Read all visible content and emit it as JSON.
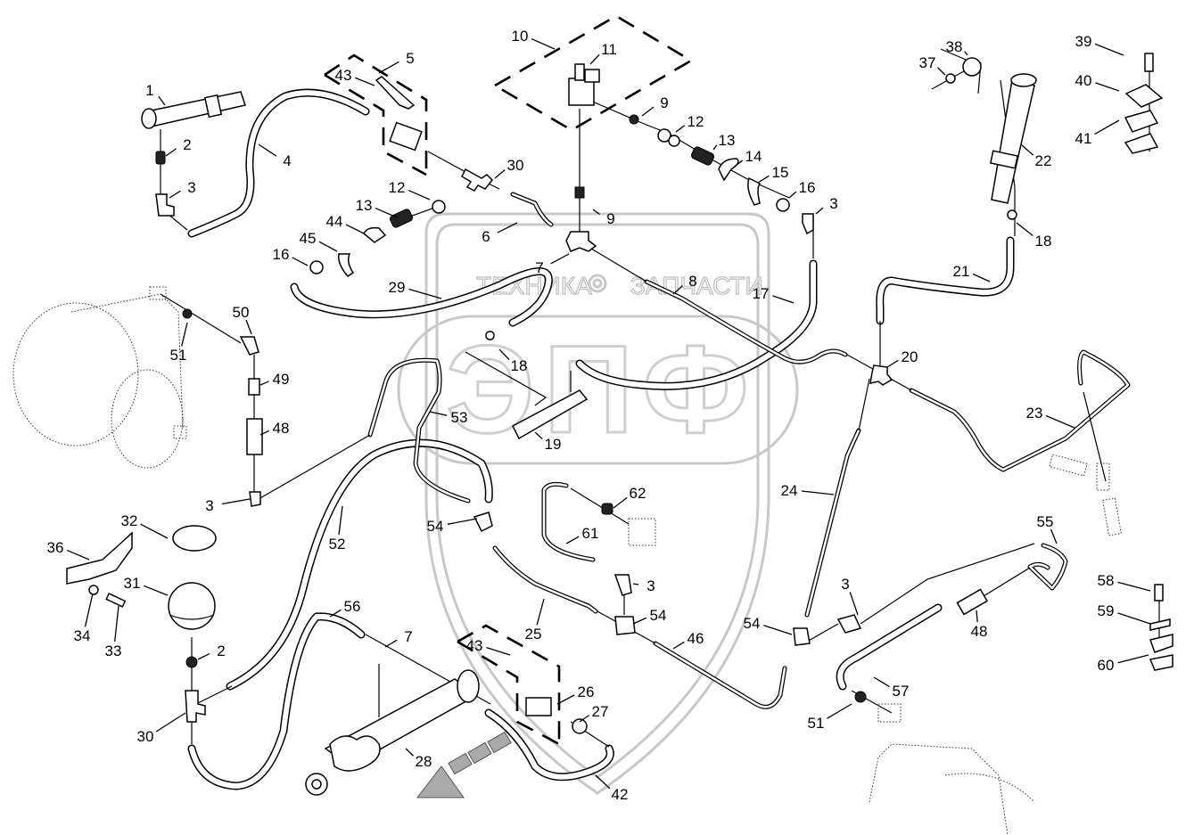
{
  "watermark": {
    "brand_left": "ТЕХНИКА",
    "brand_right": "ЗАПЧАСТИ",
    "gear_icon": "gear-icon",
    "logo_letters": "ЭПФ",
    "color": "#c8c8c8"
  },
  "diagram": {
    "type": "exploded-parts-diagram",
    "line_color": "#000000",
    "background": "#ffffff",
    "callouts": [
      {
        "id": "c1",
        "label": "1"
      },
      {
        "id": "c2a",
        "label": "2"
      },
      {
        "id": "c3a",
        "label": "3"
      },
      {
        "id": "c4",
        "label": "4"
      },
      {
        "id": "c5",
        "label": "5"
      },
      {
        "id": "c43a",
        "label": "43"
      },
      {
        "id": "c10",
        "label": "10"
      },
      {
        "id": "c11",
        "label": "11"
      },
      {
        "id": "c9a",
        "label": "9"
      },
      {
        "id": "c12a",
        "label": "12"
      },
      {
        "id": "c13a",
        "label": "13"
      },
      {
        "id": "c14",
        "label": "14"
      },
      {
        "id": "c15",
        "label": "15"
      },
      {
        "id": "c16a",
        "label": "16"
      },
      {
        "id": "c3b",
        "label": "3"
      },
      {
        "id": "c30a",
        "label": "30"
      },
      {
        "id": "c12b",
        "label": "12"
      },
      {
        "id": "c9b",
        "label": "9"
      },
      {
        "id": "c6",
        "label": "6"
      },
      {
        "id": "c13b",
        "label": "13"
      },
      {
        "id": "c44",
        "label": "44"
      },
      {
        "id": "c45",
        "label": "45"
      },
      {
        "id": "c16b",
        "label": "16"
      },
      {
        "id": "c7a",
        "label": "7"
      },
      {
        "id": "c8",
        "label": "8"
      },
      {
        "id": "c17",
        "label": "17"
      },
      {
        "id": "c29",
        "label": "29"
      },
      {
        "id": "c37",
        "label": "37"
      },
      {
        "id": "c38",
        "label": "38"
      },
      {
        "id": "c39",
        "label": "39"
      },
      {
        "id": "c40",
        "label": "40"
      },
      {
        "id": "c41",
        "label": "41"
      },
      {
        "id": "c22",
        "label": "22"
      },
      {
        "id": "c18a",
        "label": "18"
      },
      {
        "id": "c21",
        "label": "21"
      },
      {
        "id": "c20",
        "label": "20"
      },
      {
        "id": "c23",
        "label": "23"
      },
      {
        "id": "c50",
        "label": "50"
      },
      {
        "id": "c51a",
        "label": "51"
      },
      {
        "id": "c49",
        "label": "49"
      },
      {
        "id": "c48a",
        "label": "48"
      },
      {
        "id": "c3c",
        "label": "3"
      },
      {
        "id": "c18b",
        "label": "18"
      },
      {
        "id": "c53",
        "label": "53"
      },
      {
        "id": "c19",
        "label": "19"
      },
      {
        "id": "c24",
        "label": "24"
      },
      {
        "id": "c62",
        "label": "62"
      },
      {
        "id": "c61",
        "label": "61"
      },
      {
        "id": "c3d",
        "label": "3"
      },
      {
        "id": "c54a",
        "label": "54"
      },
      {
        "id": "c52",
        "label": "52"
      },
      {
        "id": "c32",
        "label": "32"
      },
      {
        "id": "c36",
        "label": "36"
      },
      {
        "id": "c31",
        "label": "31"
      },
      {
        "id": "c34",
        "label": "34"
      },
      {
        "id": "c33",
        "label": "33"
      },
      {
        "id": "c2b",
        "label": "2"
      },
      {
        "id": "c30b",
        "label": "30"
      },
      {
        "id": "c56",
        "label": "56"
      },
      {
        "id": "c7b",
        "label": "7"
      },
      {
        "id": "c43b",
        "label": "43"
      },
      {
        "id": "c25",
        "label": "25"
      },
      {
        "id": "c54b",
        "label": "54"
      },
      {
        "id": "c46",
        "label": "46"
      },
      {
        "id": "c26",
        "label": "26"
      },
      {
        "id": "c27",
        "label": "27"
      },
      {
        "id": "c28",
        "label": "28"
      },
      {
        "id": "c42",
        "label": "42"
      },
      {
        "id": "c55",
        "label": "55"
      },
      {
        "id": "c3e",
        "label": "3"
      },
      {
        "id": "c54c",
        "label": "54"
      },
      {
        "id": "c48b",
        "label": "48"
      },
      {
        "id": "c57",
        "label": "57"
      },
      {
        "id": "c51b",
        "label": "51"
      },
      {
        "id": "c58",
        "label": "58"
      },
      {
        "id": "c59",
        "label": "59"
      },
      {
        "id": "c60",
        "label": "60"
      }
    ]
  }
}
